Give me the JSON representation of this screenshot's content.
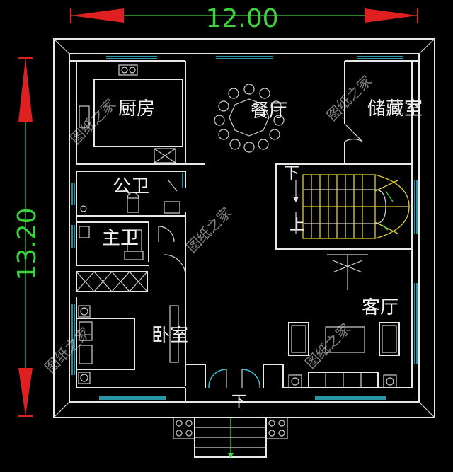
{
  "dimensions": {
    "width_label": "12.00",
    "height_label": "13.20"
  },
  "rooms": {
    "kitchen": "厨房",
    "dining": "餐厅",
    "storage": "储藏室",
    "public_bath": "公卫",
    "master_bath": "主卫",
    "living": "客厅",
    "bedroom": "卧室"
  },
  "stairs": {
    "down_label": "下",
    "up_label": "上",
    "entry_down_label": "下"
  },
  "watermark": "图纸之家",
  "colors": {
    "background": "#000000",
    "walls": "#e8e8e8",
    "dimension_text": "#3cd23c",
    "dimension_arrows": "#e02020",
    "windows": "#38c8e0",
    "stair_lines": "#e0d030"
  }
}
